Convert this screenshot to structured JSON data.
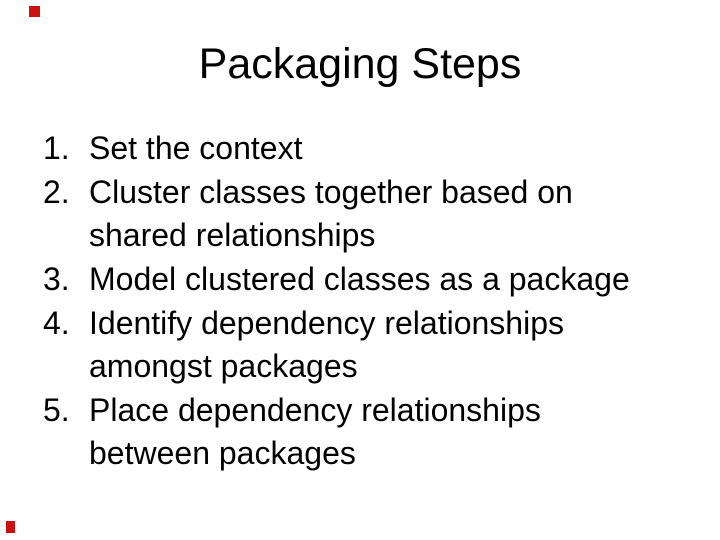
{
  "slide": {
    "title": "Packaging Steps",
    "list": {
      "style": "decimal",
      "items": [
        {
          "number": "1.",
          "text": "Set the context"
        },
        {
          "number": "2.",
          "text": "Cluster classes together based on shared relationships"
        },
        {
          "number": "3.",
          "text": "Model clustered classes as a package"
        },
        {
          "number": "4.",
          "text": "Identify dependency relationships amongst packages"
        },
        {
          "number": "5.",
          "text": "Place dependency relationships between packages"
        }
      ]
    },
    "colors": {
      "background": "#ffffff",
      "text": "#000000",
      "corner_marker_red": "#cc1111"
    },
    "markers": [
      {
        "name": "top-left-red-mark"
      },
      {
        "name": "bottom-left-red-mark"
      }
    ]
  }
}
